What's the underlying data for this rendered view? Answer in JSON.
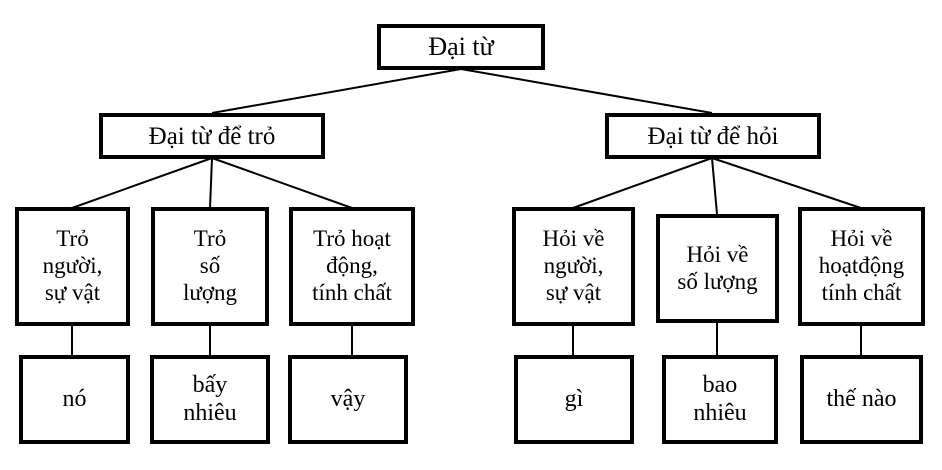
{
  "diagram": {
    "title": "Đại từ",
    "type": "tree",
    "orientation": "top-down",
    "style": {
      "box_border_color": "#000000",
      "box_fill_color": "#ffffff",
      "edge_color": "#000000",
      "text_color": "#000000",
      "background": "#ffffff"
    },
    "nodes": {
      "root": {
        "label": "Đại từ"
      },
      "level2": [
        {
          "id": "dai-tu-de-tro",
          "label": "Đại từ để trỏ"
        },
        {
          "id": "dai-tu-de-hoi",
          "label": "Đại từ để hỏi"
        }
      ],
      "level3": [
        {
          "id": "tro-nguoi-su-vat",
          "label": "Trỏ\nngười,\nsự vật"
        },
        {
          "id": "tro-so-luong",
          "label": "Trỏ\nsố\nlượng"
        },
        {
          "id": "tro-hoat-dong-tinh-chat",
          "label": "Trỏ hoạt\nđộng,\ntính chất"
        },
        {
          "id": "hoi-ve-nguoi-su-vat",
          "label": "Hỏi về\nngười,\nsự vật"
        },
        {
          "id": "hoi-ve-so-luong",
          "label": "Hỏi về\nsố lượng"
        },
        {
          "id": "hoi-ve-hoat-dong-tinh-chat",
          "label": "Hỏi về\nhoạtđộng\ntính chất"
        }
      ],
      "level4": [
        {
          "id": "no",
          "label": "nó"
        },
        {
          "id": "bay-nhieu",
          "label": "bấy\nnhiêu"
        },
        {
          "id": "vay",
          "label": "vậy"
        },
        {
          "id": "gi",
          "label": "gì"
        },
        {
          "id": "bao-nhieu",
          "label": "bao\nnhiêu"
        },
        {
          "id": "the-nao",
          "label": "thế nào"
        }
      ]
    }
  }
}
